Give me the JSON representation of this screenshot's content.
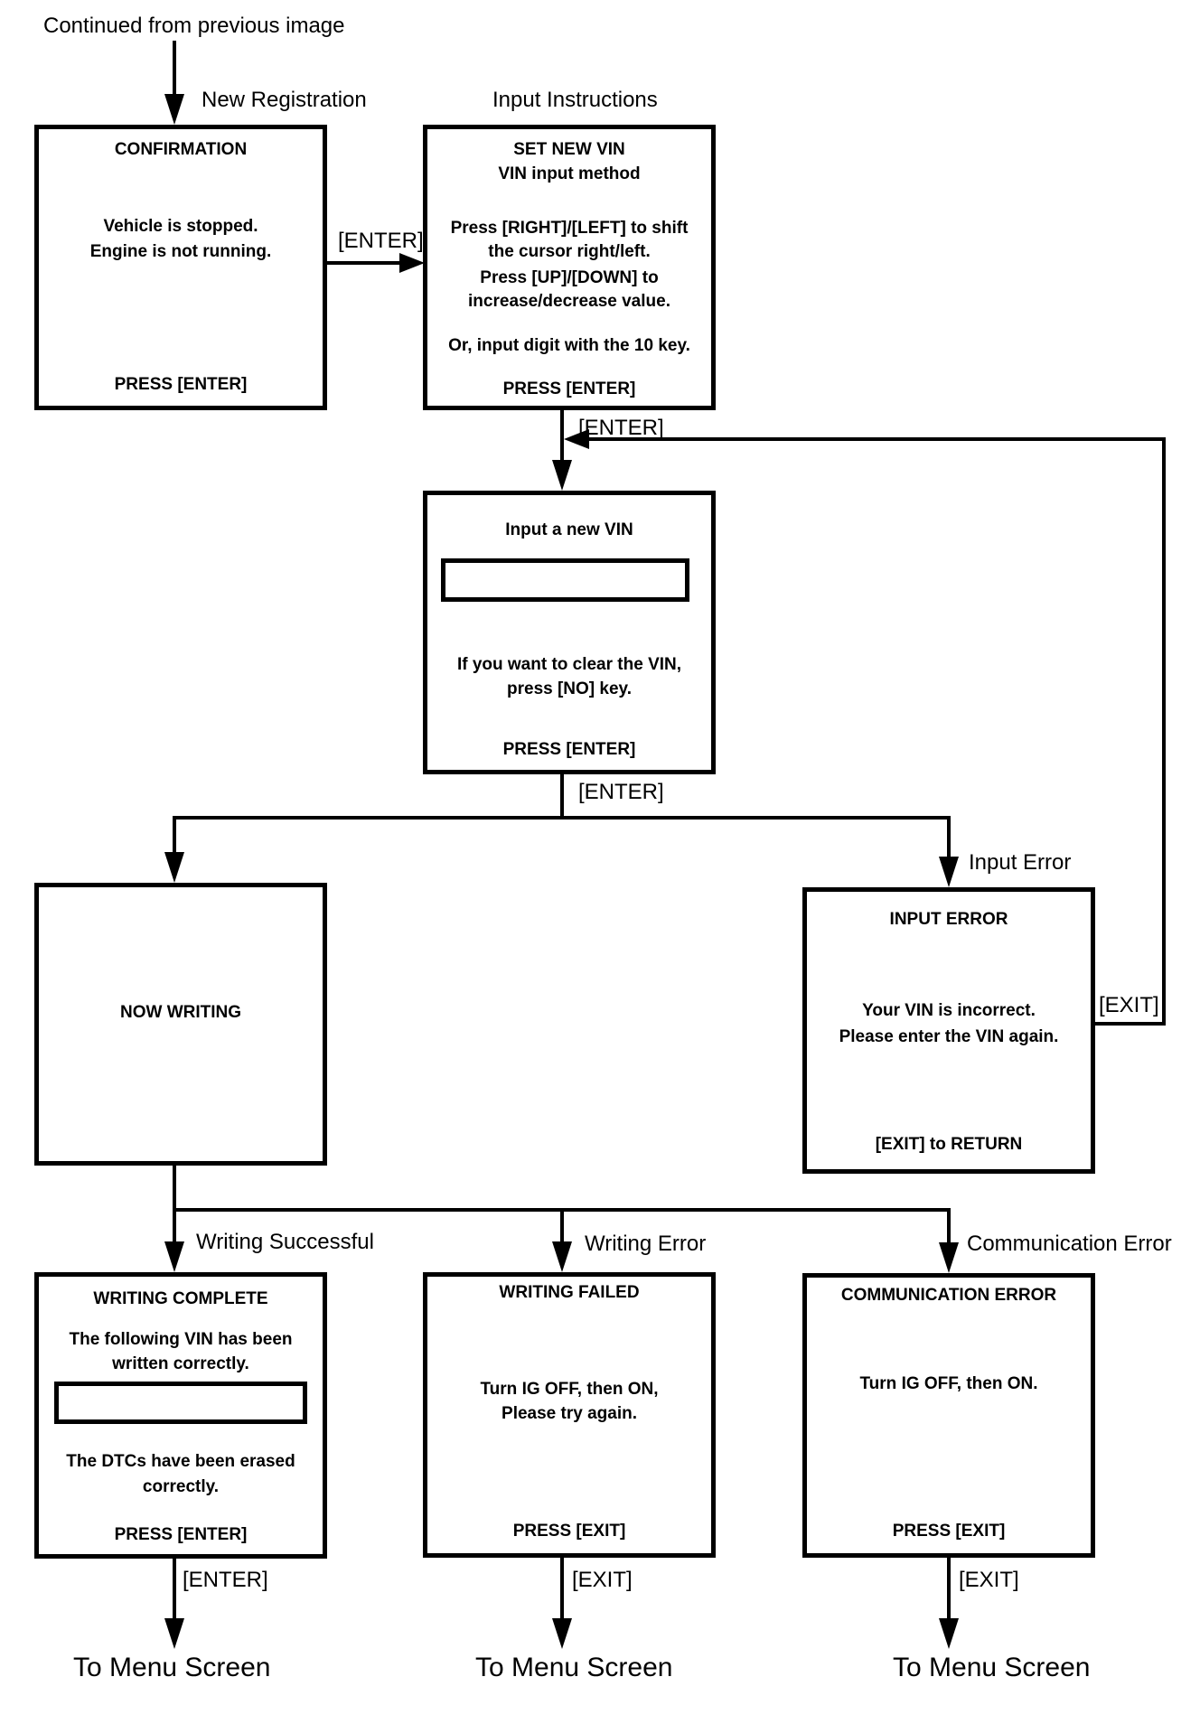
{
  "colors": {
    "ink": "#000000",
    "background": "#ffffff"
  },
  "labels": {
    "continued": "Continued from previous image",
    "new_registration": "New Registration",
    "input_instructions": "Input Instructions",
    "enter": "[ENTER]",
    "exit": "[EXIT]",
    "input_error": "Input Error",
    "writing_successful": "Writing Successful",
    "writing_error": "Writing Error",
    "communication_error": "Communication Error",
    "to_menu_screen": "To Menu Screen"
  },
  "boxes": {
    "confirmation": {
      "title": "CONFIRMATION",
      "line1": "Vehicle is stopped.",
      "line2": "Engine is not running.",
      "footer": "PRESS [ENTER]"
    },
    "set_new_vin": {
      "title1": "SET NEW VIN",
      "title2": "VIN input method",
      "line1": "Press [RIGHT]/[LEFT] to shift",
      "line2": "the cursor right/left.",
      "line3": "Press [UP]/[DOWN] to",
      "line4": "increase/decrease value.",
      "line5": "Or, input digit with the 10 key.",
      "footer": "PRESS [ENTER]"
    },
    "input_new_vin": {
      "title": "Input a new VIN",
      "vin_value": "",
      "line1": "If you want to clear the VIN,",
      "line2": "press [NO] key.",
      "footer": "PRESS [ENTER]"
    },
    "now_writing": {
      "title": "NOW WRITING"
    },
    "input_error": {
      "title": "INPUT ERROR",
      "line1": "Your VIN is incorrect.",
      "line2": "Please enter the VIN again.",
      "footer": "[EXIT] to RETURN"
    },
    "writing_complete": {
      "title": "WRITING COMPLETE",
      "line1": "The following VIN has been",
      "line2": "written correctly.",
      "vin_value": "",
      "line3": "The DTCs have been erased",
      "line4": "correctly.",
      "footer": "PRESS [ENTER]"
    },
    "writing_failed": {
      "title": "WRITING FAILED",
      "line1": "Turn IG OFF, then ON,",
      "line2": "Please try again.",
      "footer": "PRESS [EXIT]"
    },
    "communication_error": {
      "title": "COMMUNICATION ERROR",
      "line1": "Turn IG OFF, then ON.",
      "footer": "PRESS [EXIT]"
    }
  }
}
